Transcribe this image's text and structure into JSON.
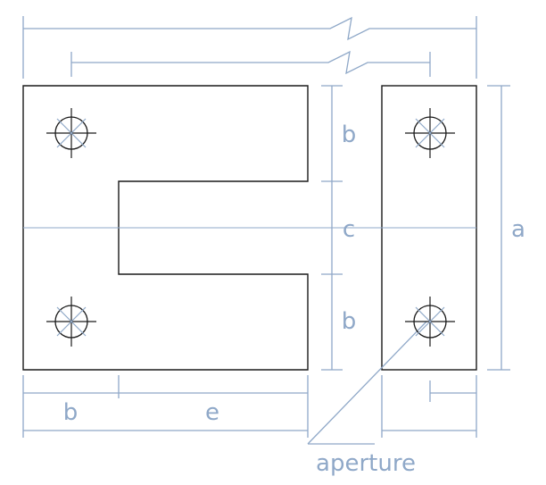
{
  "labels": {
    "b_top": "b",
    "c_mid": "c",
    "b_bottom": "b",
    "a_right": "a",
    "b_left": "b",
    "e_bottom": "e",
    "aperture": "aperture"
  },
  "colors": {
    "outline": "#1a1a1a",
    "dimension": "#8fa8c8"
  }
}
